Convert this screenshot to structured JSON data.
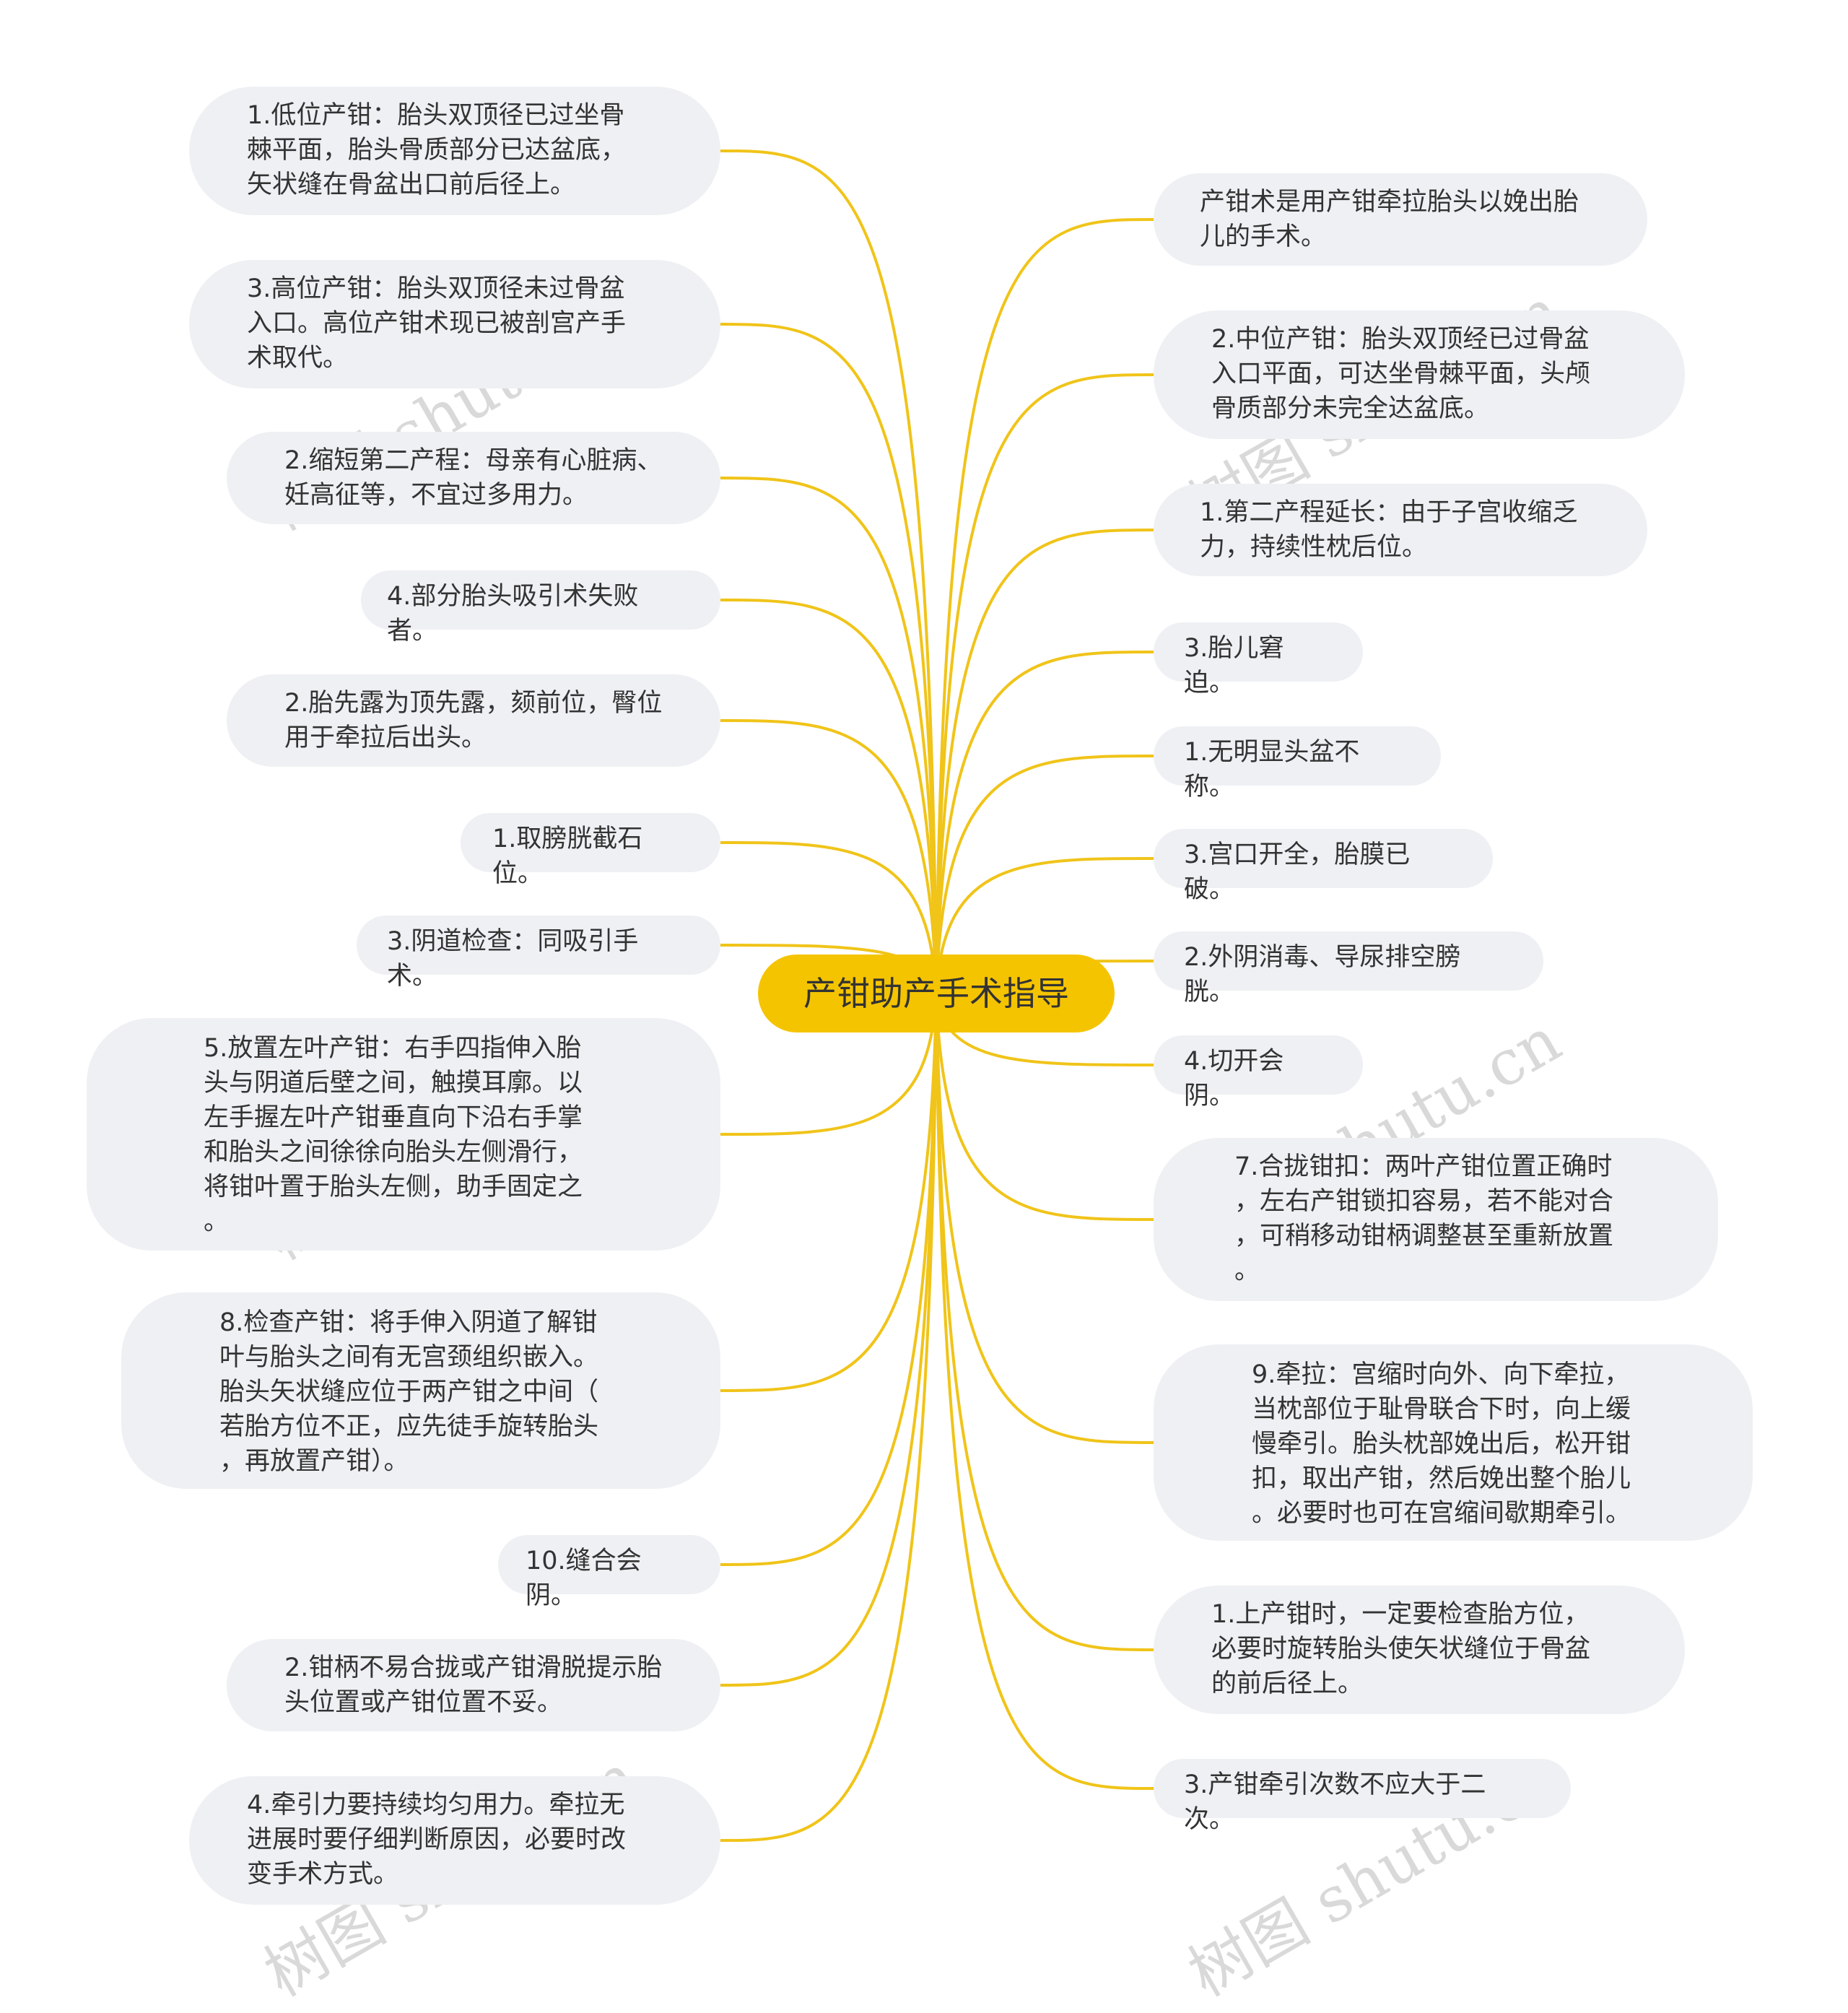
{
  "root": "产钳助产手术指导",
  "watermark": "树图 shutu.cn",
  "line_color": "#f0c419",
  "root_color": "#f5c400",
  "left_nodes": [
    "1.低位产钳：胎头双顶径已过坐骨\n棘平面，胎头骨质部分已达盆底，\n矢状缝在骨盆出口前后径上。",
    "3.高位产钳：胎头双顶径未过骨盆\n入口。高位产钳术现已被剖宫产手\n术取代。",
    "2.缩短第二产程：母亲有心脏病、\n妊高征等，不宜过多用力。",
    "4.部分胎头吸引术失败者。",
    "2.胎先露为顶先露，颏前位，臀位\n用于牵拉后出头。",
    "1.取膀胱截石位。",
    "3.阴道检查：同吸引手术。",
    "5.放置左叶产钳：右手四指伸入胎\n头与阴道后壁之间，触摸耳廓。以\n左手握左叶产钳垂直向下沿右手掌\n和胎头之间徐徐向胎头左侧滑行，\n将钳叶置于胎头左侧，助手固定之\n。",
    "8.检查产钳：将手伸入阴道了解钳\n叶与胎头之间有无宫颈组织嵌入。\n胎头矢状缝应位于两产钳之中间（\n若胎方位不正，应先徒手旋转胎头\n，再放置产钳）。",
    "10.缝合会阴。",
    "2.钳柄不易合拢或产钳滑脱提示胎\n头位置或产钳位置不妥。",
    "4.牵引力要持续均匀用力。牵拉无\n进展时要仔细判断原因，必要时改\n变手术方式。"
  ],
  "right_nodes": [
    "产钳术是用产钳牵拉胎头以娩出胎\n儿的手术。",
    "2.中位产钳：胎头双顶经已过骨盆\n入口平面，可达坐骨棘平面，头颅\n骨质部分未完全达盆底。",
    "1.第二产程延长：由于子宫收缩乏\n力，持续性枕后位。",
    "3.胎儿窘迫。",
    "1.无明显头盆不称。",
    "3.宫口开全，胎膜已破。",
    "2.外阴消毒、导尿排空膀胱。",
    "4.切开会阴。",
    "7.合拢钳扣：两叶产钳位置正确时\n，左右产钳锁扣容易，若不能对合\n，可稍移动钳柄调整甚至重新放置\n。",
    "9.牵拉：宫缩时向外、向下牵拉，\n当枕部位于耻骨联合下时，向上缓\n慢牵引。胎头枕部娩出后，松开钳\n扣，取出产钳，然后娩出整个胎儿\n。必要时也可在宫缩间歇期牵引。",
    "1.上产钳时，一定要检查胎方位，\n必要时旋转胎头使矢状缝位于骨盆\n的前后径上。",
    "3.产钳牵引次数不应大于二次。"
  ]
}
